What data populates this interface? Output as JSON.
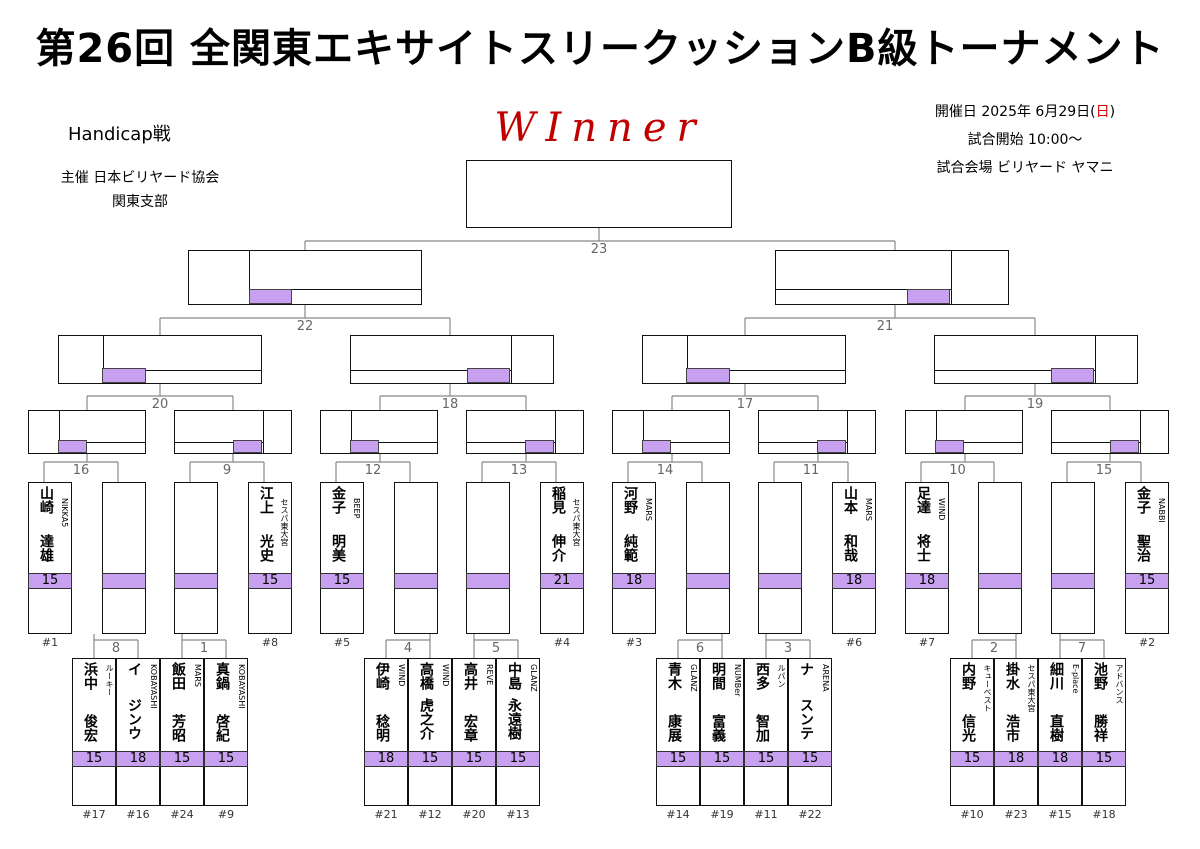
{
  "title": "第26回 全関東エキサイトスリークッションB級トーナメント",
  "handicap_label": "Handicap戦",
  "organizer": {
    "line1": "主催 日本ビリヤード協会",
    "line2": "関東支部"
  },
  "winner_label": "WInner",
  "info": {
    "date_prefix": "開催日  2025年 6月29日(",
    "date_day": "日",
    "date_suffix": ")",
    "start": "試合開始 10:00〜",
    "venue": "試合会場 ビリヤード ヤマニ"
  },
  "match_numbers": {
    "m23": "23",
    "m22": "22",
    "m21": "21",
    "m20": "20",
    "m18": "18",
    "m17": "17",
    "m19": "19",
    "m16": "16",
    "m9": "9",
    "m12": "12",
    "m13": "13",
    "m14": "14",
    "m11": "11",
    "m10": "10",
    "m15": "15",
    "m8": "8",
    "m1": "1",
    "m4": "4",
    "m5": "5",
    "m6": "6",
    "m3": "3",
    "m2": "2",
    "m7": "7"
  },
  "top_players": [
    {
      "seed": "#1",
      "surname": "山崎",
      "given": "達雄",
      "club": "NIKKA5",
      "hcap": "15"
    },
    {
      "seed": "",
      "surname": "",
      "given": "",
      "club": "",
      "hcap": ""
    },
    {
      "seed": "",
      "surname": "",
      "given": "",
      "club": "",
      "hcap": ""
    },
    {
      "seed": "#8",
      "surname": "江上",
      "given": "光史",
      "club": "セスパ東大宮",
      "hcap": "15"
    },
    {
      "seed": "#5",
      "surname": "金子",
      "given": "明美",
      "club": "BEEP",
      "hcap": "15"
    },
    {
      "seed": "",
      "surname": "",
      "given": "",
      "club": "",
      "hcap": ""
    },
    {
      "seed": "",
      "surname": "",
      "given": "",
      "club": "",
      "hcap": ""
    },
    {
      "seed": "#4",
      "surname": "稲見",
      "given": "伸介",
      "club": "セスパ東大宮",
      "hcap": "21"
    },
    {
      "seed": "#3",
      "surname": "河野",
      "given": "純範",
      "club": "MARS",
      "hcap": "18"
    },
    {
      "seed": "",
      "surname": "",
      "given": "",
      "club": "",
      "hcap": ""
    },
    {
      "seed": "",
      "surname": "",
      "given": "",
      "club": "",
      "hcap": ""
    },
    {
      "seed": "#6",
      "surname": "山本",
      "given": "和哉",
      "club": "MARS",
      "hcap": "18"
    },
    {
      "seed": "#7",
      "surname": "足達",
      "given": "将士",
      "club": "WIND",
      "hcap": "18"
    },
    {
      "seed": "",
      "surname": "",
      "given": "",
      "club": "",
      "hcap": ""
    },
    {
      "seed": "",
      "surname": "",
      "given": "",
      "club": "",
      "hcap": ""
    },
    {
      "seed": "#2",
      "surname": "金子",
      "given": "聖治",
      "club": "NABBI",
      "hcap": "15"
    }
  ],
  "bottom_players": [
    {
      "seed": "#17",
      "surname": "浜中",
      "given": "俊宏",
      "club": "ルーキー",
      "hcap": "15"
    },
    {
      "seed": "#16",
      "surname": "イ",
      "given": "ジンウ",
      "club": "KOBAYASHI",
      "hcap": "18"
    },
    {
      "seed": "#24",
      "surname": "飯田",
      "given": "芳昭",
      "club": "MARS",
      "hcap": "15"
    },
    {
      "seed": "#9",
      "surname": "真鍋",
      "given": "啓紀",
      "club": "KOBAYASHI",
      "hcap": "15"
    },
    {
      "seed": "#21",
      "surname": "伊崎",
      "given": "稔明",
      "club": "WIND",
      "hcap": "18"
    },
    {
      "seed": "#12",
      "surname": "高橋",
      "given": "虎之介",
      "club": "WIND",
      "hcap": "15"
    },
    {
      "seed": "#20",
      "surname": "高井",
      "given": "宏章",
      "club": "REVE",
      "hcap": "15"
    },
    {
      "seed": "#13",
      "surname": "中島",
      "given": "永遠樹",
      "club": "GLANZ",
      "hcap": "15"
    },
    {
      "seed": "#14",
      "surname": "青木",
      "given": "康展",
      "club": "GLANZ",
      "hcap": "15"
    },
    {
      "seed": "#19",
      "surname": "明間",
      "given": "富義",
      "club": "NUMBer",
      "hcap": "15"
    },
    {
      "seed": "#11",
      "surname": "西多",
      "given": "智加",
      "club": "ルパン",
      "hcap": "15"
    },
    {
      "seed": "#22",
      "surname": "ナ",
      "given": "スンテ",
      "club": "ARENA",
      "hcap": "15"
    },
    {
      "seed": "#10",
      "surname": "内野",
      "given": "信光",
      "club": "キューベスト",
      "hcap": "15"
    },
    {
      "seed": "#23",
      "surname": "掛水",
      "given": "浩市",
      "club": "セスパ東大宮",
      "hcap": "18"
    },
    {
      "seed": "#15",
      "surname": "細川",
      "given": "直樹",
      "club": "E-place",
      "hcap": "18"
    },
    {
      "seed": "#18",
      "surname": "池野",
      "given": "勝祥",
      "club": "アドバンス",
      "hcap": "15"
    }
  ],
  "colors": {
    "highlight": "#c8a0f0",
    "winner_red": "#c00000",
    "day_red": "#e00000"
  }
}
